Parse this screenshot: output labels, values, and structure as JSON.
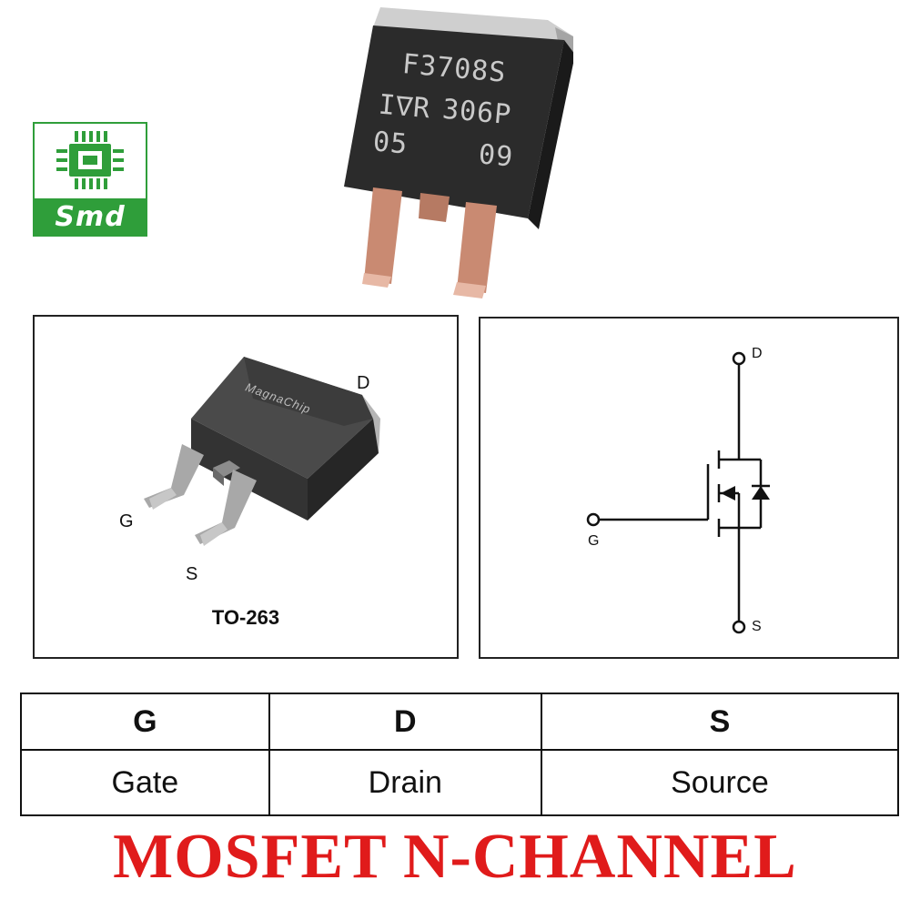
{
  "logo": {
    "text": "Smd",
    "color": "#2f9e3a"
  },
  "photo": {
    "marking_line1": "F3708S",
    "marking_line2_brand": "I∇R",
    "marking_line2_code": "306P",
    "marking_line3_left": "05",
    "marking_line3_right": "09"
  },
  "package": {
    "brand_mark": "MagnaChip",
    "label_d": "D",
    "label_g": "G",
    "label_s": "S",
    "name": "TO-263"
  },
  "symbol": {
    "label_d": "D",
    "label_g": "G",
    "label_s": "S"
  },
  "pin_table": {
    "headers": [
      "G",
      "D",
      "S"
    ],
    "names": [
      "Gate",
      "Drain",
      "Source"
    ]
  },
  "footer": {
    "title": "MOSFET N-CHANNEL",
    "color": "#e01b1b"
  }
}
